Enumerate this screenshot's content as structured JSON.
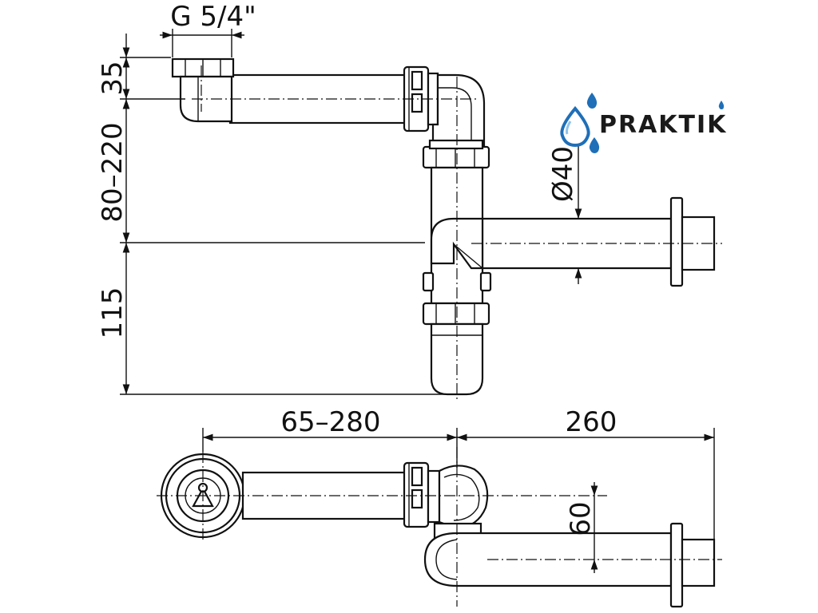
{
  "brand": {
    "name": "PRAKTIK",
    "drop_color": "#1f6fb8",
    "drop_highlight": "#8fc3ea"
  },
  "dimensions": {
    "thread": "G 5/4\"",
    "inlet_height": "35",
    "adjustable_height": "80–220",
    "trap_depth": "115",
    "pipe_diameter": "Ø40",
    "horizontal_adjust": "65–280",
    "outlet_length": "260",
    "offset": "60"
  }
}
